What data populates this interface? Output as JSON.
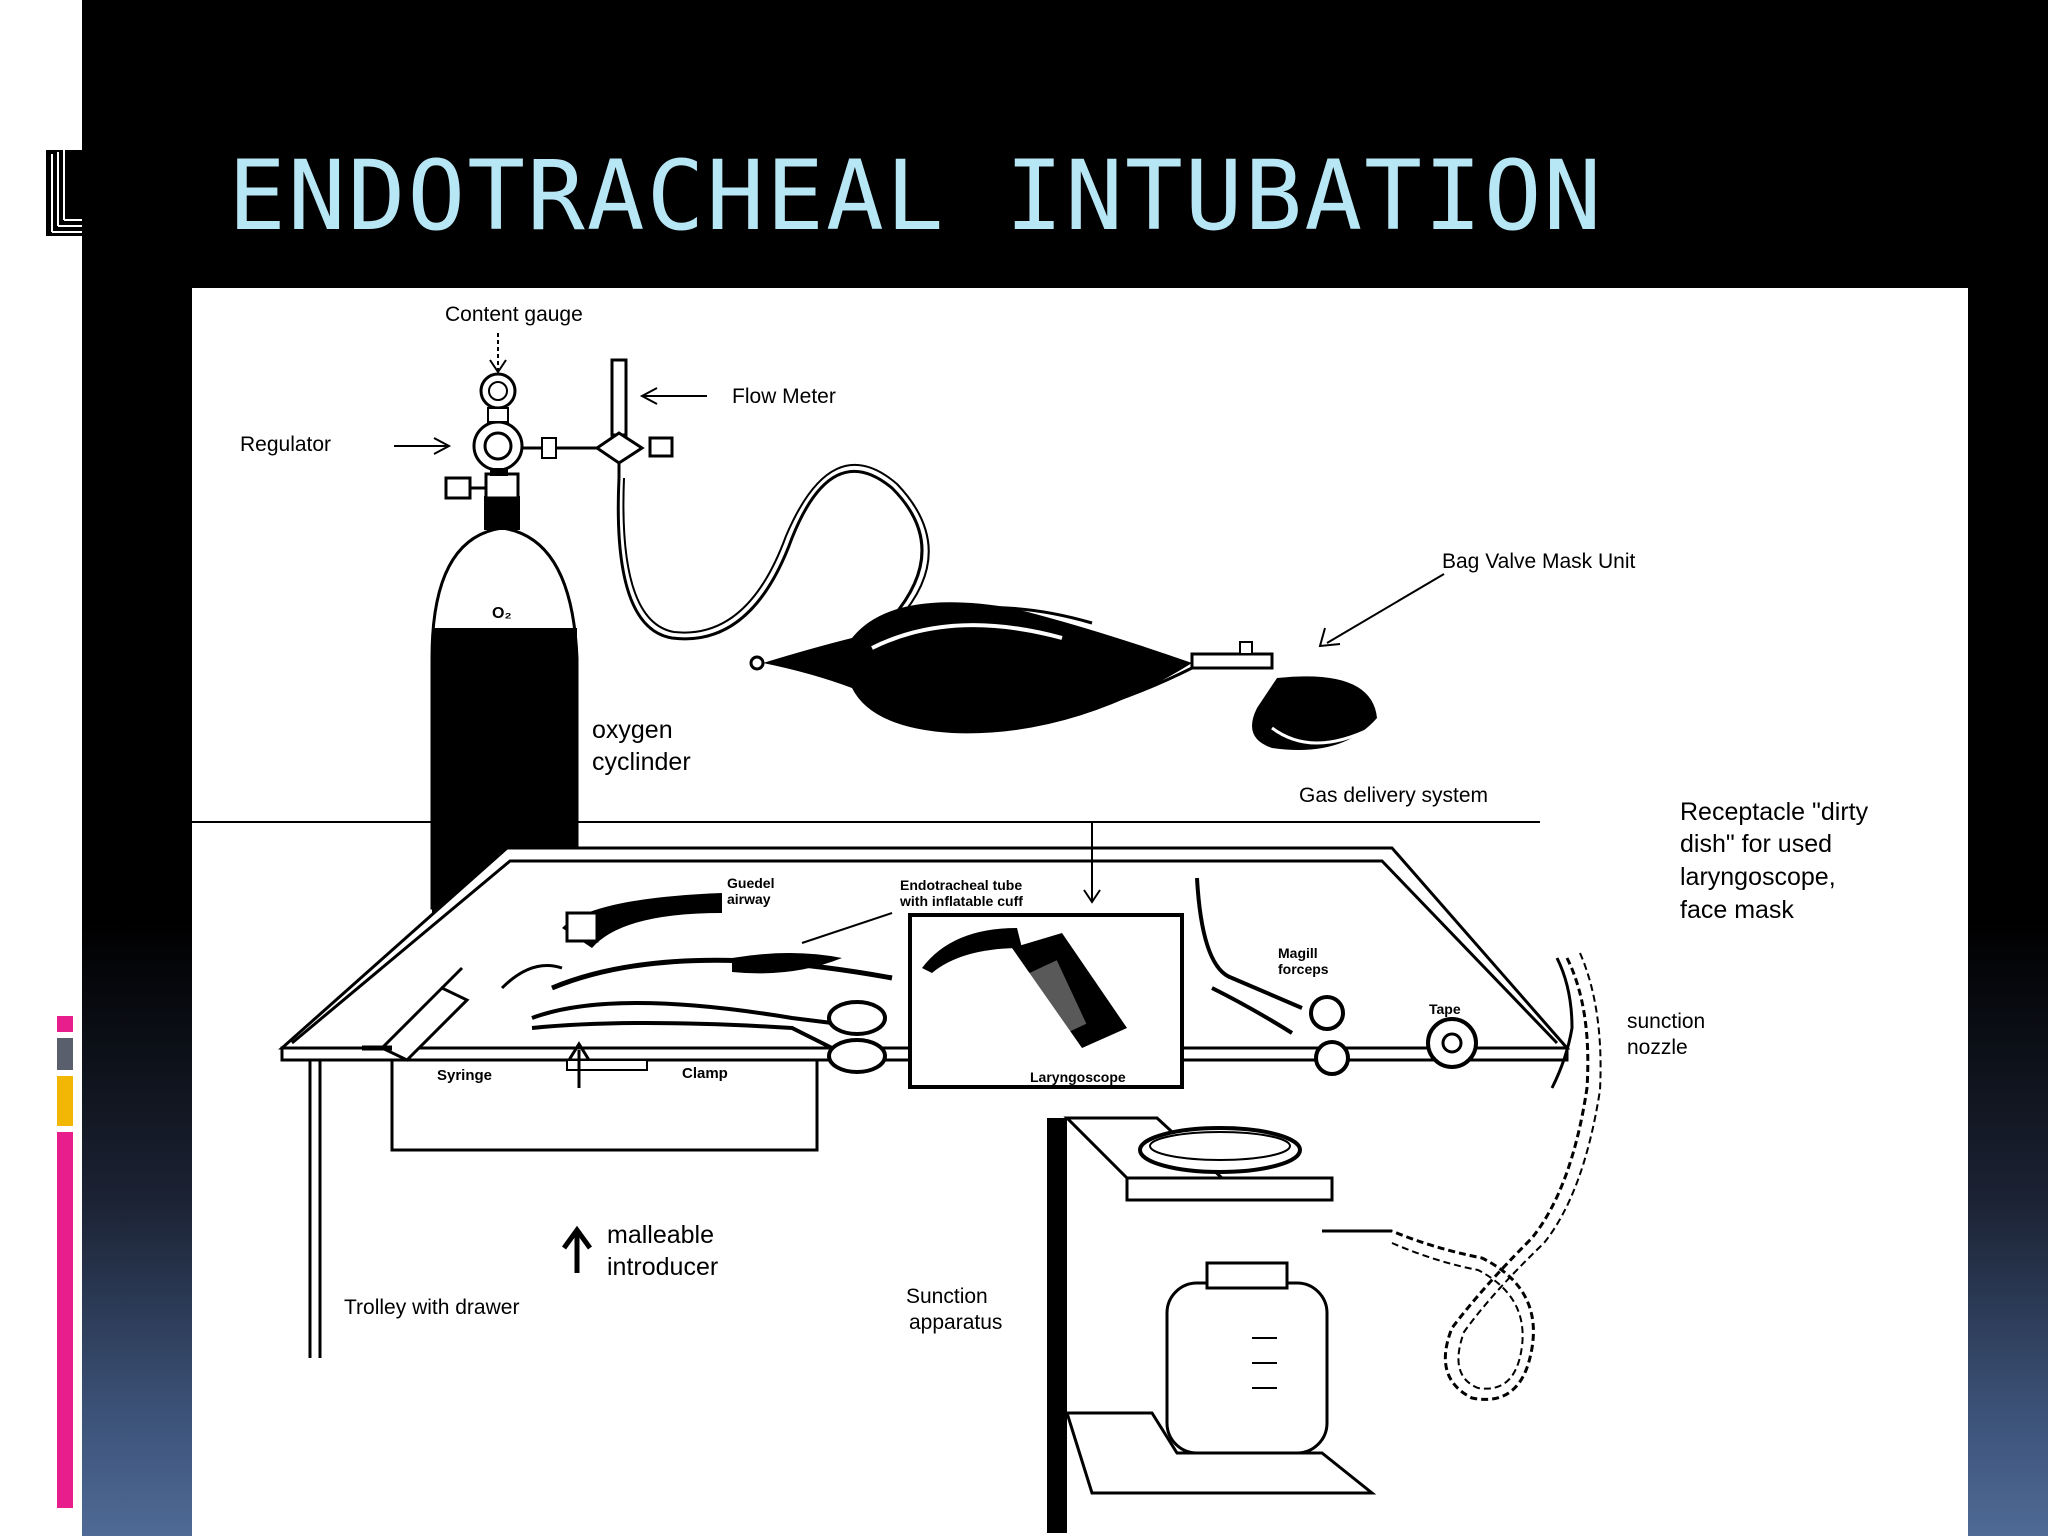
{
  "slide": {
    "title": "ENDOTRACHEAL INTUBATION",
    "accent_colors": {
      "title": "#b7e6f5",
      "deco_pink": "#e81e8c",
      "deco_gray": "#5a5f6e",
      "deco_orange": "#f2b705"
    }
  },
  "diagram": {
    "labels": {
      "content_gauge": "Content gauge",
      "flow_meter": "Flow Meter",
      "regulator": "Regulator",
      "oxygen_symbol": "O₂",
      "oxygen_cylinder_1": "oxygen",
      "oxygen_cylinder_2": "cyclinder",
      "bag_valve_mask": "Bag Valve Mask Unit",
      "gas_delivery": "Gas delivery system",
      "receptacle_1": "Receptacle  \"dirty",
      "receptacle_2": "dish\" for used",
      "receptacle_3": "laryngoscope,",
      "receptacle_4": "face mask",
      "guedel_1": "Guedel",
      "guedel_2": "airway",
      "endotracheal_1": "Endotracheal tube",
      "endotracheal_2": "with inflatable cuff",
      "magill_1": "Magill",
      "magill_2": "forceps",
      "tape": "Tape",
      "suction_nozzle_1": "sunction",
      "suction_nozzle_2": "nozzle",
      "syringe": "Syringe",
      "clamp": "Clamp",
      "laryngoscope": "Laryngoscope",
      "malleable_1": "malleable",
      "malleable_2": "introducer",
      "trolley": "Trolley with drawer",
      "suction_apparatus_1": "Sunction",
      "suction_apparatus_2": "apparatus"
    }
  }
}
